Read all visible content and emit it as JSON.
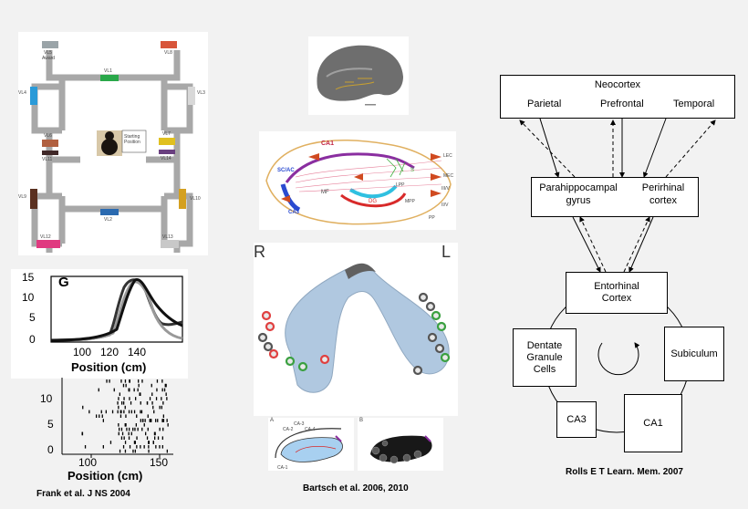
{
  "maze": {
    "award_label": "Award",
    "start_label": "Starting Position",
    "vl": [
      "VL5",
      "VL8",
      "VL1",
      "VL4",
      "VL3",
      "VL6",
      "VL7",
      "VL11",
      "VL14",
      "VL9",
      "VL10",
      "VL2",
      "VL12",
      "VL13"
    ],
    "colors": {
      "VL5": "#9aa4a8",
      "VL8": "#d8553a",
      "VL1": "#2aa84a",
      "VL4": "#2a9ad8",
      "VL3": "#d8d8d8",
      "VL6": "#b06040",
      "VL7": "#e0c020",
      "VL11": "#402828",
      "VL14": "#6a4080",
      "VL9": "#5a3020",
      "VL10": "#d4a020",
      "VL2": "#2a6ab0",
      "VL12": "#e03a80",
      "VL13": "#c8c8c8"
    }
  },
  "frank": {
    "panel_letter": "G",
    "y_ticks_top": [
      "15",
      "10",
      "5",
      "0"
    ],
    "x_ticks_top": [
      "100",
      "120",
      "140"
    ],
    "x_label": "Position (cm)",
    "y_ticks_bottom": [
      "10",
      "5",
      "0"
    ],
    "x_ticks_bottom": [
      "100",
      "150"
    ],
    "caption": "Frank et al. J NS 2004"
  },
  "bartsch": {
    "hippo_labels": {
      "ca1": "CA1",
      "scac": "SC/AC",
      "ca3": "CA3",
      "mf": "MF",
      "dg": "DG",
      "s": "S",
      "lpp": "LPP",
      "mpp": "MPP",
      "pp": "PP",
      "lec": "LEC",
      "mec": "MEC",
      "iiiv": "III/V",
      "iiv": "II/V"
    },
    "side_left": "R",
    "side_right": "L",
    "sub_a": "A",
    "sub_b": "B",
    "sub_labels": [
      "CA-2",
      "CA-3",
      "CA-4",
      "CA-1"
    ],
    "caption": "Bartsch et al. 2006, 2010"
  },
  "rolls": {
    "neocortex": "Neocortex",
    "parietal": "Parietal",
    "prefrontal": "Prefrontal",
    "temporal": "Temporal",
    "parahippocampal": "Parahippocampal gyrus",
    "perirhinal": "Perirhinal cortex",
    "entorhinal": "Entorhinal Cortex",
    "dentate": "Dentate Granule Cells",
    "subiculum": "Subiculum",
    "ca3": "CA3",
    "ca1": "CA1",
    "caption": "Rolls E T Learn. Mem. 2007"
  }
}
